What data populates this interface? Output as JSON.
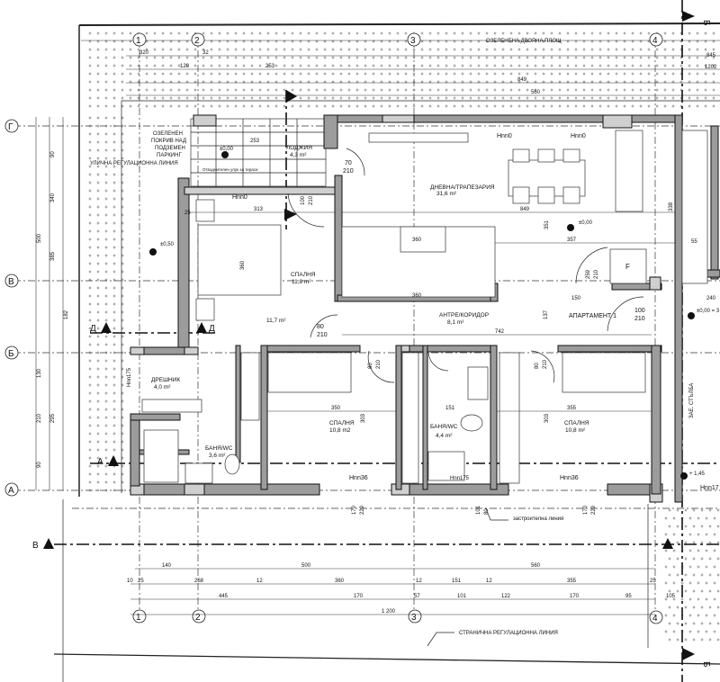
{
  "plan": {
    "apartment_label": "АПАРТАМЕНТ 1",
    "rooms": [
      {
        "name": "ДНЕВНА/ТРАПЕЗАРИЯ",
        "area": "31,6 m²"
      },
      {
        "name": "СПАЛНЯ",
        "area": "11,8 m²"
      },
      {
        "name": "ЛОДЖИЯ",
        "area": "4,3 m²"
      },
      {
        "name": "АНТРЕ/КОРИДОР",
        "area": "8,1 m²"
      },
      {
        "name": "ДРЕШНИК",
        "area": "4,0 m²"
      },
      {
        "name": "БАНЯ/WC",
        "area": "3,6 m²"
      },
      {
        "name": "СПАЛНЯ",
        "area": "10,8 m2"
      },
      {
        "name": "БАНЯ/WC",
        "area": "4,4 m²"
      },
      {
        "name": "СПАЛНЯ",
        "area": "10,8 m²"
      },
      {
        "name": "",
        "area": "11,7 m²"
      }
    ],
    "stair_label": "ЗАЕ. СТЪЛБА",
    "annotations": {
      "green_roof": [
        "ОЗЕЛЕНЕН",
        "ПОКРИВ НАД",
        "ПОДЗЕМЕН",
        "ПАРКИНГ"
      ],
      "street_line": "УЛИЧНА РЕГУЛАЦИОННА ЛИНИЯ",
      "green_yard": "ОЗЕЛЕНЕНА ДВОРНА ПЛОЩ",
      "building_line": "застроителна линия",
      "side_line": "СТРАНИЧНА РЕГУЛАЦИОННА ЛИНИЯ",
      "loggia_note": "Отводнителен улук за тераси",
      "fridge": "F"
    },
    "axes_vertical": [
      "1",
      "2",
      "3",
      "4"
    ],
    "axes_horizontal": [
      "Г",
      "В",
      "Б",
      "А"
    ],
    "sections": [
      "А",
      "Б",
      "В",
      "Д"
    ],
    "levels": {
      "zero": "±0,00",
      "minus": "±0,50",
      "stair": "±0,00 = 3",
      "plus": "+ 1,45",
      "hnn0": "Hnn0",
      "hnn36": "Hnn36",
      "hnn175": "Hnn175",
      "hnn17": "Hnn17"
    },
    "doors": {
      "d70": [
        "70",
        "210"
      ],
      "d100": [
        "100",
        "210"
      ],
      "d80": [
        "80",
        "210"
      ],
      "d259": [
        "259",
        "210"
      ],
      "d100b": [
        "100",
        "210"
      ]
    },
    "dims_inside": [
      "313",
      "360",
      "360",
      "350",
      "303",
      "355",
      "151",
      "742",
      "849",
      "357",
      "150",
      "137",
      "351",
      "338",
      "259",
      "303",
      "253",
      "360",
      "240",
      "55",
      "25",
      "12"
    ],
    "dims_top": [
      "320",
      "120",
      "32",
      "253",
      "849",
      "560",
      "845",
      "1202"
    ],
    "dims_left": [
      "340",
      "500",
      "385",
      "182",
      "130",
      "90",
      "210",
      "295",
      "90"
    ],
    "dims_bottom": {
      "row1": [
        "140",
        "500",
        "560"
      ],
      "row2": [
        "10",
        "25",
        "268",
        "12",
        "360",
        "12",
        "151",
        "12",
        "355",
        "25"
      ],
      "row3": [
        "445",
        "170",
        "57",
        "101",
        "122",
        "170",
        "95",
        "105"
      ],
      "row4": [
        "1 200"
      ],
      "below_wall": [
        "170",
        "229",
        "101",
        "80",
        "170",
        "229"
      ]
    }
  }
}
